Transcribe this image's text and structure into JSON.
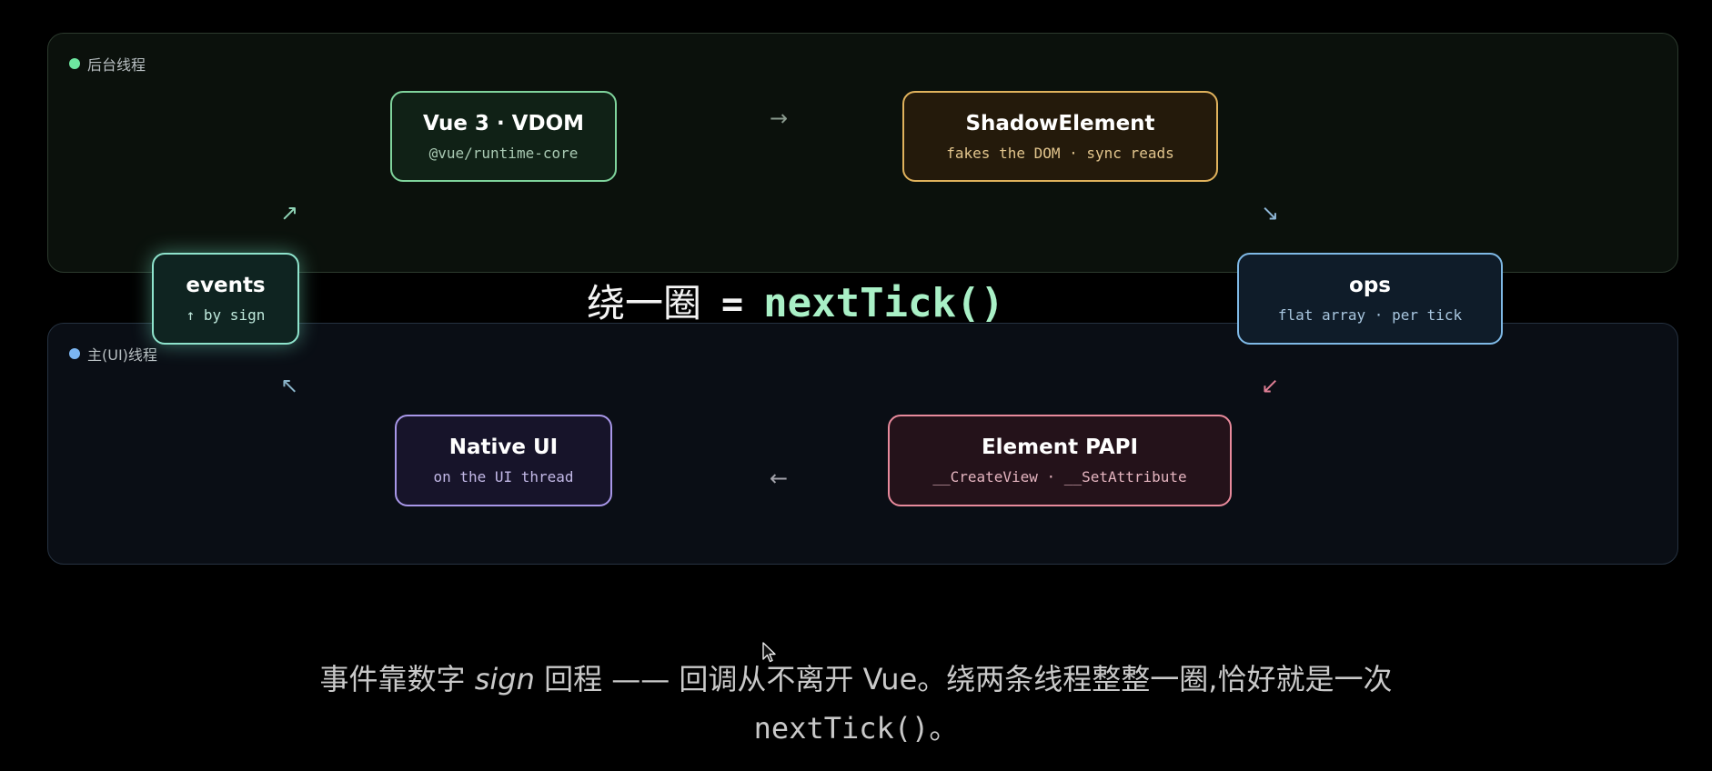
{
  "panels": {
    "background_thread": {
      "label": "后台线程",
      "dot_color": "#6ee7a0"
    },
    "main_thread": {
      "label": "主(UI)线程",
      "dot_color": "#7cb6f2"
    }
  },
  "nodes": {
    "vue": {
      "title": "Vue 3 · VDOM",
      "sub": "@vue/runtime-core",
      "border": "#7fd49c",
      "bg": "#102116",
      "sub_color": "#a9c9b3"
    },
    "shadow": {
      "title": "ShadowElement",
      "sub": "fakes the DOM · sync reads",
      "border": "#e0b25c",
      "bg": "#241a0b",
      "sub_color": "#e2c58d"
    },
    "ops": {
      "title": "ops",
      "sub": "flat array · per tick",
      "border": "#7fb9e6",
      "bg": "#0f1c29",
      "sub_color": "#a8c6df"
    },
    "events": {
      "title": "events",
      "sub": "↑ by sign",
      "border": "#8ee3cc",
      "bg": "#0f2421",
      "sub_color": "#bfe9dc"
    },
    "native": {
      "title": "Native UI",
      "sub": "on the UI thread",
      "border": "#a897e8",
      "bg": "#17142a",
      "sub_color": "#c2b8e6"
    },
    "papi": {
      "title": "Element PAPI",
      "sub": "__CreateView · __SetAttribute",
      "border": "#e88a9c",
      "bg": "#24121a",
      "sub_color": "#e4b4bf"
    }
  },
  "arrows": {
    "vue_to_shadow": "→",
    "shadow_to_ops": "↘",
    "ops_to_papi": "↙",
    "papi_to_native": "←",
    "native_to_events": "↖",
    "events_to_vue": "↗"
  },
  "center": {
    "zh": "绕一圈",
    "eq": "=",
    "code": "nextTick()"
  },
  "caption": {
    "part1": "事件靠数字 ",
    "sign": "sign",
    "part2": " 回程 —— 回调从不离开 Vue。绕两条线程整整一圈,恰好就是一次",
    "line2": "nextTick()。"
  }
}
